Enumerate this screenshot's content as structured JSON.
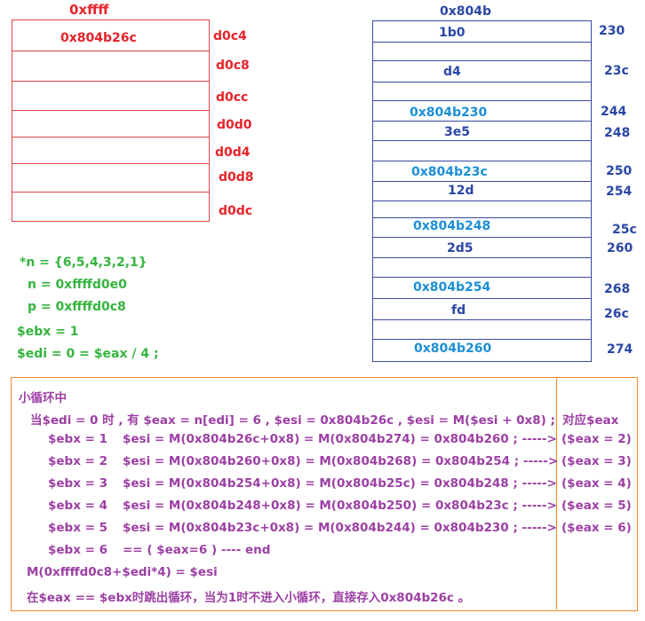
{
  "left_stack": {
    "top_label": "0xffff",
    "cell_value": "0x804b26c",
    "addresses": [
      "d0c4",
      "d0c8",
      "d0cc",
      "d0d0",
      "d0d4",
      "d0d8",
      "d0dc"
    ]
  },
  "right_stack": {
    "top_label": "0x804b",
    "values": [
      "1b0",
      "d4",
      "0x804b230",
      "3e5",
      "0x804b23c",
      "12d",
      "0x804b248",
      "2d5",
      "0x804b254",
      "fd",
      "0x804b260"
    ],
    "addresses": [
      "230",
      "23c",
      "244",
      "248",
      "250",
      "254",
      "25c",
      "260",
      "268",
      "26c",
      "274"
    ]
  },
  "vars": {
    "n_array": "*n = {6,5,4,3,2,1}",
    "n_addr": "n = 0xffffd0e0",
    "p_addr": "p = 0xffffd0c8",
    "ebx": "$ebx = 1",
    "edi": "$edi = 0 = $eax / 4 ;"
  },
  "loop": {
    "title": "小循环中",
    "intro": "当$edi = 0 时 , 有 $eax = n[edi] = 6 ,  $esi = 0x804b26c ,   $esi = M($esi + 0x8) ;",
    "right_header": "对应$eax",
    "rows": [
      {
        "ebx": "$ebx = 1",
        "expr": "$esi = M(0x804b26c+0x8)  = M(0x804b274) = 0x804b260 ; ----->",
        "eax": "($eax = 2)"
      },
      {
        "ebx": "$ebx = 2",
        "expr": "$esi = M(0x804b260+0x8)  = M(0x804b268) = 0x804b254 ; ----->",
        "eax": "($eax = 3)"
      },
      {
        "ebx": "$ebx = 3",
        "expr": "$esi = M(0x804b254+0x8)  = M(0x804b25c) = 0x804b248 ; ----->",
        "eax": "($eax = 4)"
      },
      {
        "ebx": "$ebx = 4",
        "expr": "$esi = M(0x804b248+0x8)  = M(0x804b250) = 0x804b23c ; ----->",
        "eax": "($eax = 5)"
      },
      {
        "ebx": "$ebx = 5",
        "expr": "$esi = M(0x804b23c+0x8)  = M(0x804b244) = 0x804b230 ; ----->",
        "eax": "($eax = 6)"
      }
    ],
    "end_ebx": "$ebx = 6",
    "end_expr": "==  ( $eax=6 )   ----  end",
    "store": "M(0xffffd0c8+$edi*4) = $esi",
    "note": "在$eax == $ebx时跳出循环，当为1时不进入小循环，直接存入0x804b26c 。"
  }
}
